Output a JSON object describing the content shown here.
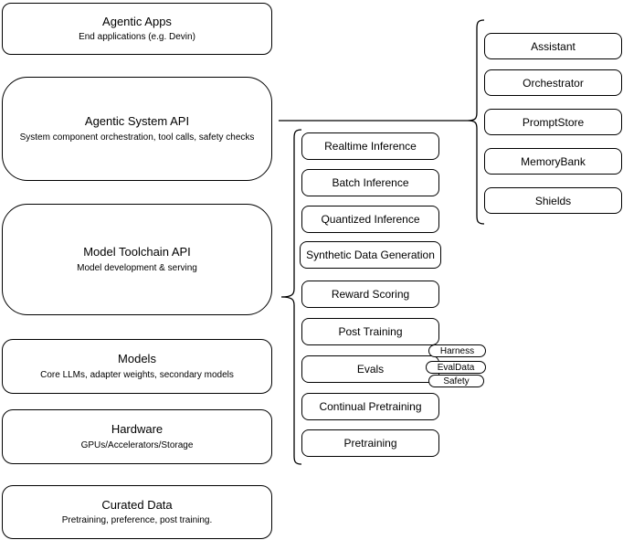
{
  "left_stack": [
    {
      "title": "Agentic Apps",
      "subtitle": "End applications (e.g. Devin)"
    },
    {
      "title": "Agentic System API",
      "subtitle": "System component orchestration, tool calls, safety checks"
    },
    {
      "title": "Model Toolchain API",
      "subtitle": "Model development & serving"
    },
    {
      "title": "Models",
      "subtitle": "Core LLMs, adapter weights, secondary models"
    },
    {
      "title": "Hardware",
      "subtitle": "GPUs/Accelerators/Storage"
    },
    {
      "title": "Curated Data",
      "subtitle": "Pretraining, preference, post training."
    }
  ],
  "toolchain": {
    "items": [
      "Realtime Inference",
      "Batch Inference",
      "Quantized Inference",
      "Synthetic Data Generation",
      "Reward Scoring",
      "Post Training",
      "Evals",
      "Continual Pretraining",
      "Pretraining"
    ]
  },
  "evals_tags": [
    "Harness",
    "EvalData",
    "Safety"
  ],
  "system_components": [
    "Assistant",
    "Orchestrator",
    "PromptStore",
    "MemoryBank",
    "Shields"
  ],
  "colors": {
    "border": "#000000",
    "background": "#ffffff",
    "text": "#000000"
  }
}
